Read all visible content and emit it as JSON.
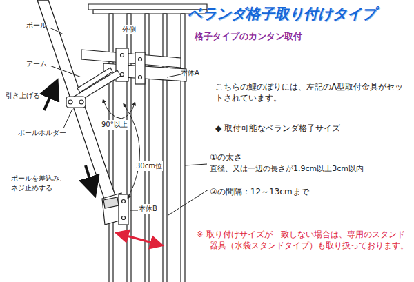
{
  "diagram": {
    "title": "ベランダ格子取り付けタイプ",
    "labels": [
      "格子タイプのカンタン取付",
      "ポール",
      "外側",
      "アーム",
      "本体A",
      "引き上げる",
      "ポールホルダー",
      "90°以上",
      "30cm位",
      "ポールを差込み、ネジ止めする",
      "本体B",
      "こちらの鯉のぼりには、左記のA型取付金具がセットされています。",
      "◆ 取付可能なベランダ格子サイズ",
      "①の太さ",
      "直径、又は一辺の長さが1.9cm以上3cm以内",
      "②の間隔：12～13cmまで",
      "※ 取り付けサイズが一致しない場合は、専用のスタンド器具（水袋スタンドタイプ）も取り扱っております。"
    ]
  }
}
